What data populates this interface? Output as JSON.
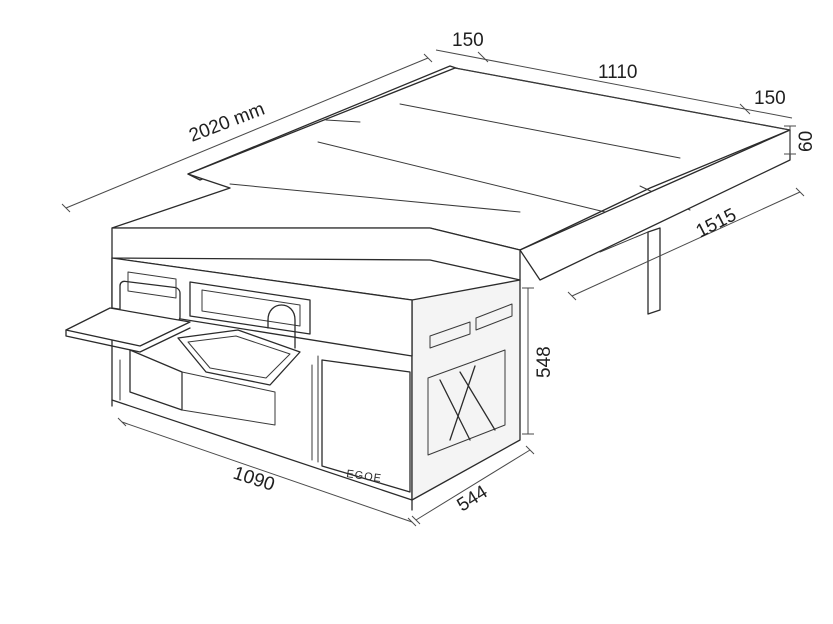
{
  "dimensions": {
    "total_length": "2020 mm",
    "cushion_end_left": "150",
    "cushion_middle": "1110",
    "cushion_end_right": "150",
    "cushion_thickness": "60",
    "bed_width": "1515",
    "box_height": "548",
    "box_length": "1090",
    "box_depth": "544"
  },
  "brand": "EGOE",
  "colors": {
    "line": "#2b2b2b",
    "background": "#ffffff"
  }
}
